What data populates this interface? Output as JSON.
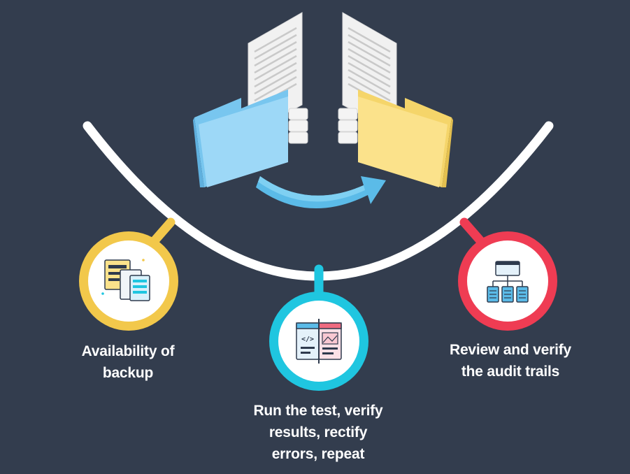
{
  "colors": {
    "background": "#333d4e",
    "arc": "#ffffff",
    "step_left": "#f2c84b",
    "step_center": "#1fc6e0",
    "step_right": "#ef3c53",
    "folder_left": "#8fd2f5",
    "folder_right": "#fbe28b",
    "arrow": "#5bbbe8"
  },
  "header_illustration": {
    "icons": [
      "document-icon",
      "folder-icon",
      "server-icon",
      "document-icon",
      "folder-icon",
      "server-icon",
      "curved-arrow-icon"
    ]
  },
  "steps": [
    {
      "id": "left",
      "icon": "backup-documents-icon",
      "lines": [
        "Availability of",
        "backup"
      ]
    },
    {
      "id": "center",
      "icon": "code-test-window-icon",
      "lines": [
        "Run the test, verify",
        "results, rectify",
        "errors, repeat"
      ]
    },
    {
      "id": "right",
      "icon": "audit-trail-hierarchy-icon",
      "lines": [
        "Review and verify",
        "the audit trails"
      ]
    }
  ]
}
